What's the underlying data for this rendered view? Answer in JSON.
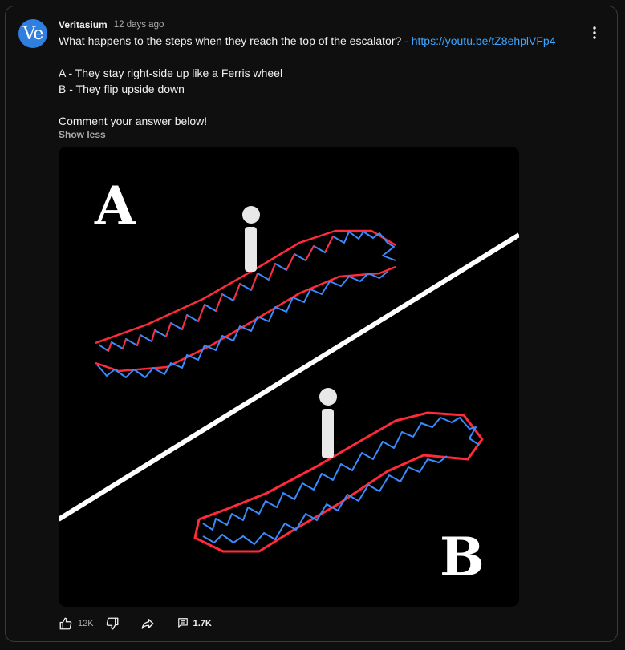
{
  "post": {
    "avatar_text": "Ve",
    "channel": "Veritasium",
    "timestamp": "12 days ago",
    "question": "What happens to the steps when they reach the top of the escalator? - ",
    "link": "https://youtu.be/tZ8ehplVFp4",
    "option_a": "A - They stay right-side up like a Ferris wheel",
    "option_b": "B - They flip upside down",
    "cta": "Comment your answer below!",
    "show_less": "Show less"
  },
  "image": {
    "label_a": "A",
    "label_b": "B"
  },
  "actions": {
    "like_count": "12K",
    "comment_count": "1.7K"
  },
  "colors": {
    "accent_link": "#3ea6ff",
    "avatar": "#2f7fe0",
    "escalator_red": "#ff2a3a",
    "escalator_blue": "#3a8bff"
  },
  "icons": [
    "thumb-up-icon",
    "thumb-down-icon",
    "share-icon",
    "comment-icon",
    "kebab-menu-icon"
  ]
}
